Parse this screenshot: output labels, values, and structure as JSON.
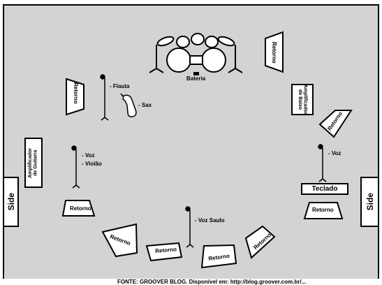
{
  "labels": {
    "bateria": "Bateria",
    "flauta": "- Flauta",
    "sax": "- Sax",
    "voz_left": "- Voz",
    "violao": "- Violão",
    "voz_right": "- Voz",
    "voz_saulo": "- Voz Saulo",
    "amp_baixo_line1": "Amplificador",
    "amp_baixo_line2": "de Baixo",
    "amp_guitarra_line1": "Amplificador",
    "amp_guitarra_line2": "de Guitarra",
    "teclado": "Teclado",
    "side_left": "Side",
    "side_right": "Side",
    "retorno": "Retorno"
  },
  "caption": "FONTE: GROOVER BLOG. Disponível em: http://blog.groover.com.br/..."
}
